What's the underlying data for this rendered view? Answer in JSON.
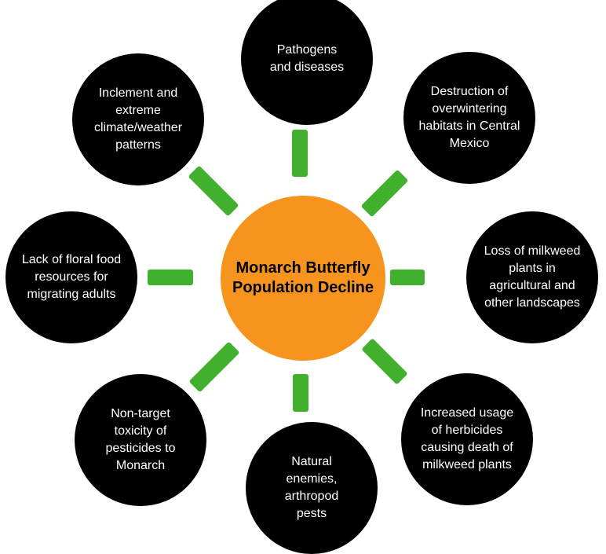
{
  "colors": {
    "center_fill": "#f7941d",
    "node_fill": "#000000",
    "node_text": "#ffffff",
    "connector": "#41b02c"
  },
  "center": {
    "title": "Monarch Butterfly\nPopulation Decline"
  },
  "factors": {
    "pathogens": "Pathogens\nand diseases",
    "overwintering": "Destruction of\noverwintering\nhabitats in Central\nMexico",
    "milkweed_loss": "Loss of milkweed\nplants in\nagricultural and\nother landscapes",
    "herbicides": "Increased usage\nof herbicides\ncausing death of\nmilkweed plants",
    "natural_enemies": "Natural\nenemies,\narthropod\npests",
    "pesticides": "Non-target\ntoxicity of\npesticides  to\nMonarch",
    "floral_food": "Lack of floral food\nresources for\nmigrating adults",
    "climate": "Inclement and\nextreme\nclimate/weather\npatterns"
  }
}
